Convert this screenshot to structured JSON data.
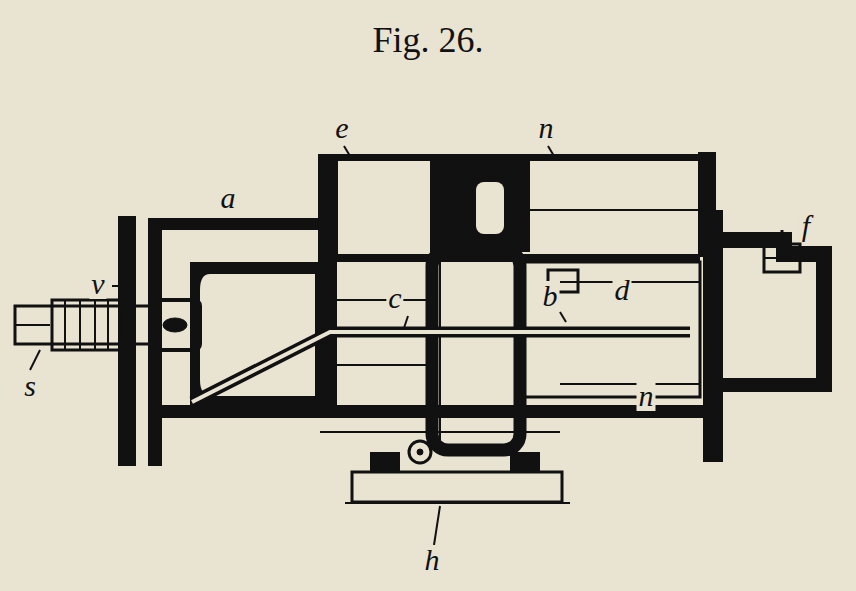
{
  "diagram": {
    "title": "Fig. 26.",
    "labels": [
      "e",
      "n",
      "a",
      "f",
      "v",
      "c",
      "b",
      "d",
      "s",
      "n",
      "h"
    ]
  }
}
